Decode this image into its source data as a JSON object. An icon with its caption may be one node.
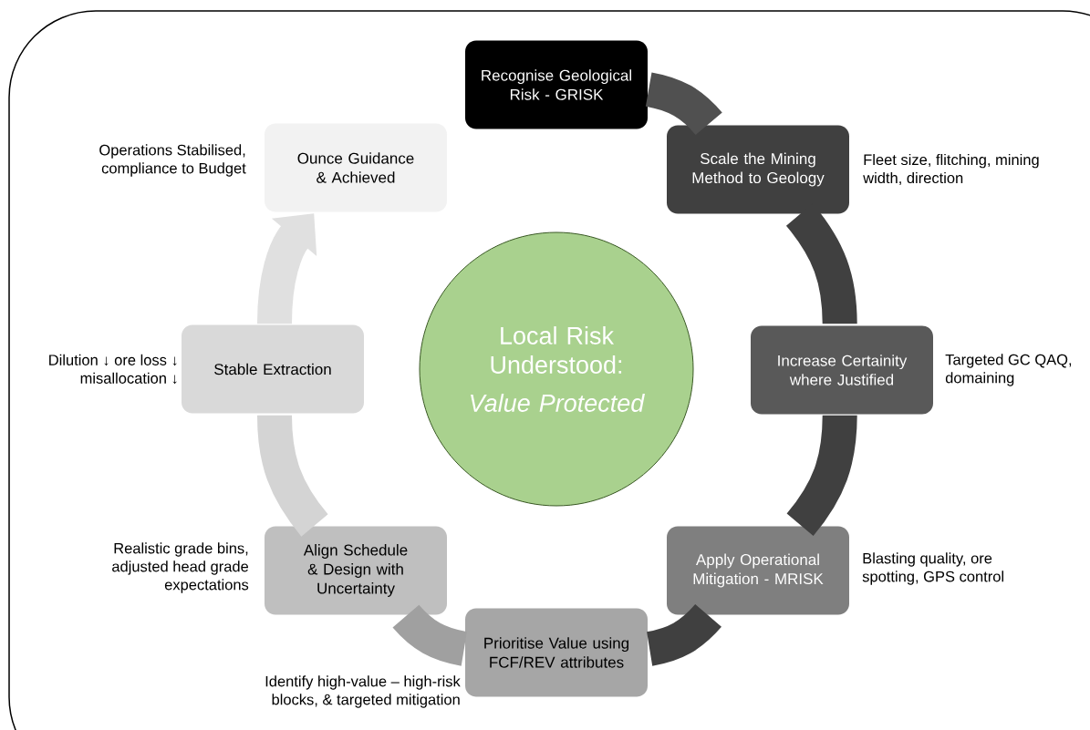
{
  "diagram": {
    "nodes": [
      {
        "text": [
          "Recognise Geological Risk - GRISK"
        ]
      },
      {
        "text": [
          "Scale the Mining Method to Geology"
        ],
        "beside": [
          "Fleet size, flitching, mining width, direction"
        ]
      },
      {
        "text": [
          "Increase Certainity where Justified"
        ],
        "beside": [
          "Targeted GC QAQ, domaining"
        ]
      },
      {
        "text": [
          "Apply Operational Mitigation - MRISK"
        ],
        "beside": [
          "Blasting quality, ore spotting, GPS control"
        ]
      },
      {
        "text": [
          "Prioritise Value using FCF/REV attributes"
        ],
        "beside": [
          "Identify high-value – high-risk blocks, & targeted mitigation"
        ]
      },
      {
        "text": [
          "Align Schedule & Design with Uncertainty"
        ],
        "beside": [
          "Realistic grade bins, adjusted head grade expectations"
        ]
      },
      {
        "text": [
          "Stable Extraction"
        ],
        "beside": [
          "Dilution ↓ ore loss ↓ misallocation ↓"
        ]
      },
      {
        "text": [
          "Ounce Guidance & Achieved"
        ],
        "beside": [
          "Operations Stabilised, compliance to Budget"
        ]
      },
      {
        "text": [
          "Local Risk Understood:",
          "Value Protected"
        ]
      }
    ],
    "edges": [
      {
        "from": 0,
        "to": 1,
        "arrow": "none",
        "color": "#505050"
      },
      {
        "from": 1,
        "to": 2,
        "arrow": "none",
        "color": "#404040"
      },
      {
        "from": 2,
        "to": 3,
        "arrow": "none",
        "color": "#404040"
      },
      {
        "from": 3,
        "to": 4,
        "arrow": "none",
        "color": "#404040"
      },
      {
        "from": 4,
        "to": 5,
        "arrow": "none",
        "color": "#a0a0a0"
      },
      {
        "from": 5,
        "to": 6,
        "arrow": "none",
        "color": "#d4d4d4"
      },
      {
        "from": 6,
        "to": 7,
        "arrow": "to",
        "color": "#e0e0e0"
      }
    ]
  }
}
